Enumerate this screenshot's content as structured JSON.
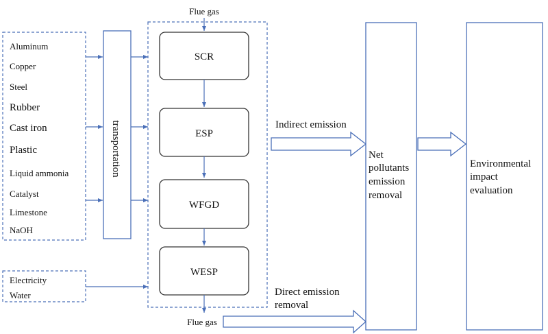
{
  "materials": [
    "Aluminum",
    "Copper",
    "Steel",
    "Rubber",
    "Cast iron",
    "Plastic",
    "Liquid ammonia",
    "Catalyst",
    "Limestone",
    "NaOH"
  ],
  "utilities": [
    "Electricity",
    "Water"
  ],
  "transportation_label": "transportation",
  "process_units": [
    "SCR",
    "ESP",
    "WFGD",
    "WESP"
  ],
  "flue_gas_in": "Flue gas",
  "flue_gas_out": "Flue gas",
  "indirect_emission": "Indirect emission",
  "direct_emission": [
    "Direct emission",
    "removal"
  ],
  "net_removal": [
    "Net",
    "pollutants",
    "emission",
    "removal"
  ],
  "environmental_impact": [
    "Environmental",
    "impact",
    "evaluation"
  ],
  "colors": {
    "line": "#4a6fb8",
    "box": "#333333"
  }
}
